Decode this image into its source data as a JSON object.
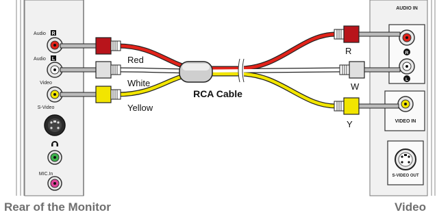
{
  "monitor": {
    "caption": "Rear of the Monitor",
    "ports": {
      "audio_r": "Audio",
      "audio_r_badge": "R",
      "audio_l": "Audio",
      "audio_l_badge": "L",
      "video": "Video",
      "svideo": "S-Video",
      "mic": "MIC.In"
    }
  },
  "device": {
    "caption": "Video",
    "labels": {
      "audio_in": "AUDIO IN",
      "r_badge": "R",
      "l_badge": "L",
      "video_in": "VIDEO IN",
      "svideo_out": "S-VIDEO OUT"
    }
  },
  "cable": {
    "label": "RCA Cable",
    "left_labels": {
      "red": "Red",
      "white": "White",
      "yellow": "Yellow"
    },
    "right_labels": {
      "red": "R",
      "white": "W",
      "yellow": "Y"
    },
    "colors": {
      "red": "#e2231a",
      "white": "#ffffff",
      "yellow": "#f2e500",
      "outline": "#222222"
    }
  }
}
